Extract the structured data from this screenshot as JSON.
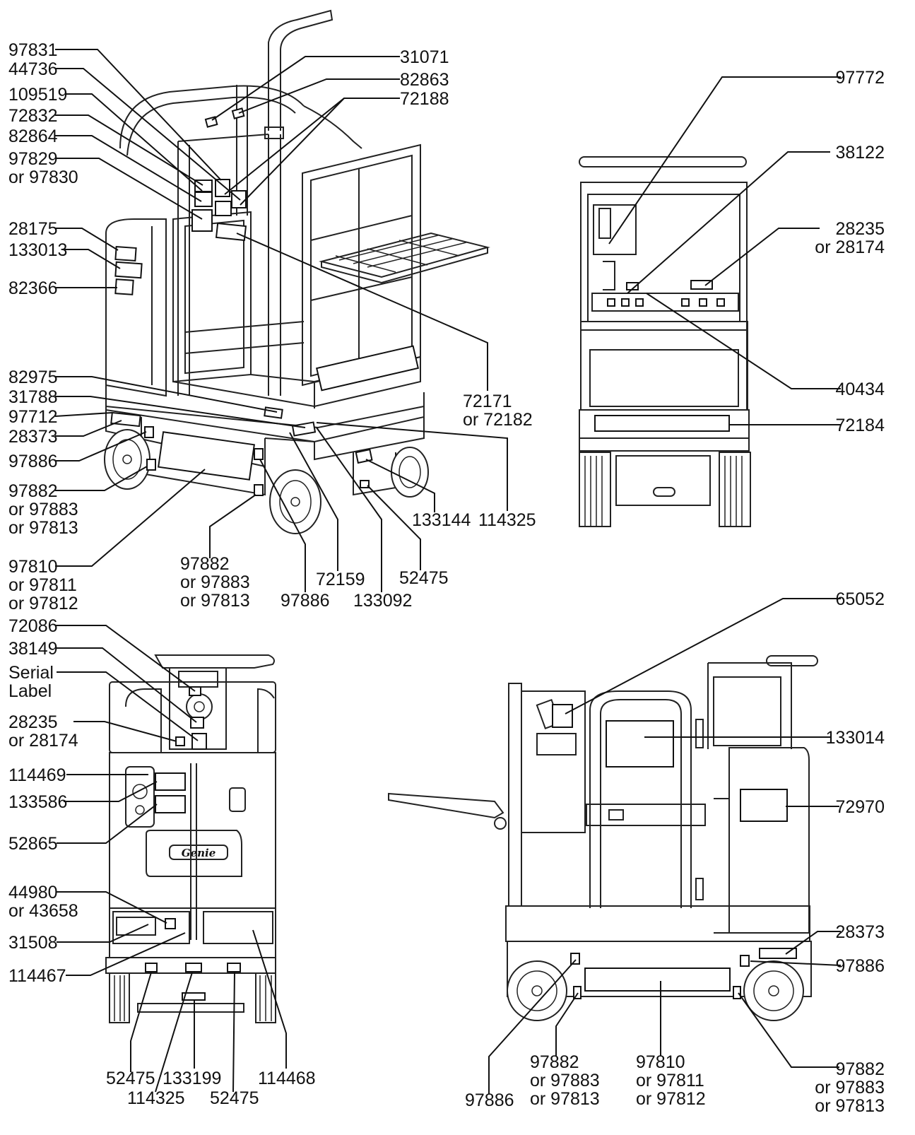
{
  "callouts": {
    "top_left": [
      {
        "id": "tl-97831",
        "lines": [
          "97831"
        ]
      },
      {
        "id": "tl-44736",
        "lines": [
          "44736"
        ]
      },
      {
        "id": "tl-109519",
        "lines": [
          "109519"
        ]
      },
      {
        "id": "tl-72832",
        "lines": [
          "72832"
        ]
      },
      {
        "id": "tl-82864",
        "lines": [
          "82864"
        ]
      },
      {
        "id": "tl-97829",
        "lines": [
          "97829",
          "or 97830"
        ]
      },
      {
        "id": "tl-28175",
        "lines": [
          "28175"
        ]
      },
      {
        "id": "tl-133013",
        "lines": [
          "133013"
        ]
      },
      {
        "id": "tl-82366",
        "lines": [
          "82366"
        ]
      },
      {
        "id": "tl-31071",
        "lines": [
          "31071"
        ]
      },
      {
        "id": "tl-82863",
        "lines": [
          "82863"
        ]
      },
      {
        "id": "tl-72188",
        "lines": [
          "72188"
        ]
      },
      {
        "id": "tl-72171",
        "lines": [
          "72171",
          "or 72182"
        ]
      },
      {
        "id": "tl-82975",
        "lines": [
          "82975"
        ]
      },
      {
        "id": "tl-31788",
        "lines": [
          "31788"
        ]
      },
      {
        "id": "tl-97712",
        "lines": [
          "97712"
        ]
      },
      {
        "id": "tl-28373",
        "lines": [
          "28373"
        ]
      },
      {
        "id": "tl-97886a",
        "lines": [
          "97886"
        ]
      },
      {
        "id": "tl-97882a",
        "lines": [
          "97882",
          "or 97883",
          "or 97813"
        ]
      },
      {
        "id": "tl-97810",
        "lines": [
          "97810",
          "or 97811",
          "or 97812"
        ]
      },
      {
        "id": "tl-97882b",
        "lines": [
          "97882",
          "or 97883",
          "or 97813"
        ]
      },
      {
        "id": "tl-97886b",
        "lines": [
          "97886"
        ]
      },
      {
        "id": "tl-72159",
        "lines": [
          "72159"
        ]
      },
      {
        "id": "tl-133092",
        "lines": [
          "133092"
        ]
      },
      {
        "id": "tl-52475",
        "lines": [
          "52475"
        ]
      },
      {
        "id": "tl-133144",
        "lines": [
          "133144"
        ]
      },
      {
        "id": "tl-114325",
        "lines": [
          "114325"
        ]
      }
    ],
    "top_right": [
      {
        "id": "tr-97772",
        "lines": [
          "97772"
        ]
      },
      {
        "id": "tr-38122",
        "lines": [
          "38122"
        ]
      },
      {
        "id": "tr-28235",
        "lines": [
          "28235",
          "or 28174"
        ]
      },
      {
        "id": "tr-40434",
        "lines": [
          "40434"
        ]
      },
      {
        "id": "tr-72184",
        "lines": [
          "72184"
        ]
      }
    ],
    "bottom_left": [
      {
        "id": "bl-72086",
        "lines": [
          "72086"
        ]
      },
      {
        "id": "bl-38149",
        "lines": [
          "38149"
        ]
      },
      {
        "id": "bl-serial",
        "lines": [
          "Serial",
          "Label"
        ]
      },
      {
        "id": "bl-28235",
        "lines": [
          "28235",
          "or 28174"
        ]
      },
      {
        "id": "bl-114469",
        "lines": [
          "114469"
        ]
      },
      {
        "id": "bl-133586",
        "lines": [
          "133586"
        ]
      },
      {
        "id": "bl-52865",
        "lines": [
          "52865"
        ]
      },
      {
        "id": "bl-44980",
        "lines": [
          "44980",
          "or 43658"
        ]
      },
      {
        "id": "bl-31508",
        "lines": [
          "31508"
        ]
      },
      {
        "id": "bl-114467",
        "lines": [
          "114467"
        ]
      },
      {
        "id": "bl-52475a",
        "lines": [
          "52475"
        ]
      },
      {
        "id": "bl-114325",
        "lines": [
          "114325"
        ]
      },
      {
        "id": "bl-133199",
        "lines": [
          "133199"
        ]
      },
      {
        "id": "bl-52475b",
        "lines": [
          "52475"
        ]
      },
      {
        "id": "bl-114468",
        "lines": [
          "114468"
        ]
      }
    ],
    "bottom_right": [
      {
        "id": "br-65052",
        "lines": [
          "65052"
        ]
      },
      {
        "id": "br-133014",
        "lines": [
          "133014"
        ]
      },
      {
        "id": "br-72970",
        "lines": [
          "72970"
        ]
      },
      {
        "id": "br-28373",
        "lines": [
          "28373"
        ]
      },
      {
        "id": "br-97886a",
        "lines": [
          "97886"
        ]
      },
      {
        "id": "br-97886b",
        "lines": [
          "97886"
        ]
      },
      {
        "id": "br-97882a",
        "lines": [
          "97882",
          "or 97883",
          "or 97813"
        ]
      },
      {
        "id": "br-97810",
        "lines": [
          "97810",
          "or 97811",
          "or 97812"
        ]
      },
      {
        "id": "br-97882b",
        "lines": [
          "97882",
          "or 97883",
          "or 97813"
        ]
      }
    ]
  },
  "logo_text": "Genie"
}
